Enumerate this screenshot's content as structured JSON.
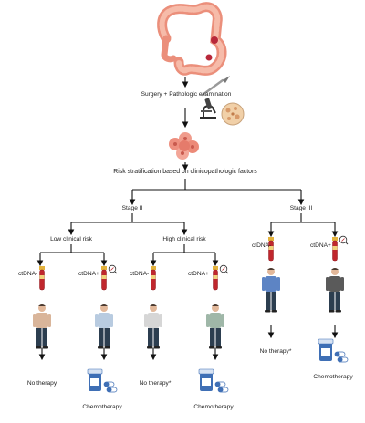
{
  "steps": {
    "surgery": "Surgery + Pathologic examination",
    "stratification": "Risk stratification based on clinicopathologic factors"
  },
  "stages": {
    "stage2": "Stage II",
    "stage3": "Stage III"
  },
  "risk": {
    "low": "Low clinical risk",
    "high": "High clinical risk"
  },
  "ctdna": {
    "neg": "ctDNA-",
    "pos": "ctDNA+"
  },
  "outcomes": {
    "low_neg": "No therapy",
    "low_pos": "Chemotherapy",
    "high_neg": "No therapy*",
    "high_pos": "Chemotherapy",
    "s3_neg": "No therapy*",
    "s3_pos": "Chemotherapy"
  },
  "colors": {
    "colon": "#f2a48f",
    "tube_red": "#c0272d",
    "person_tan": "#d9b59a",
    "person_lightblue": "#b8cbe0",
    "person_gray": "#d6d6d6",
    "person_green": "#9fb7a8",
    "person_blue": "#5d84c4",
    "person_dark": "#5a5a5a",
    "line": "#111111"
  }
}
